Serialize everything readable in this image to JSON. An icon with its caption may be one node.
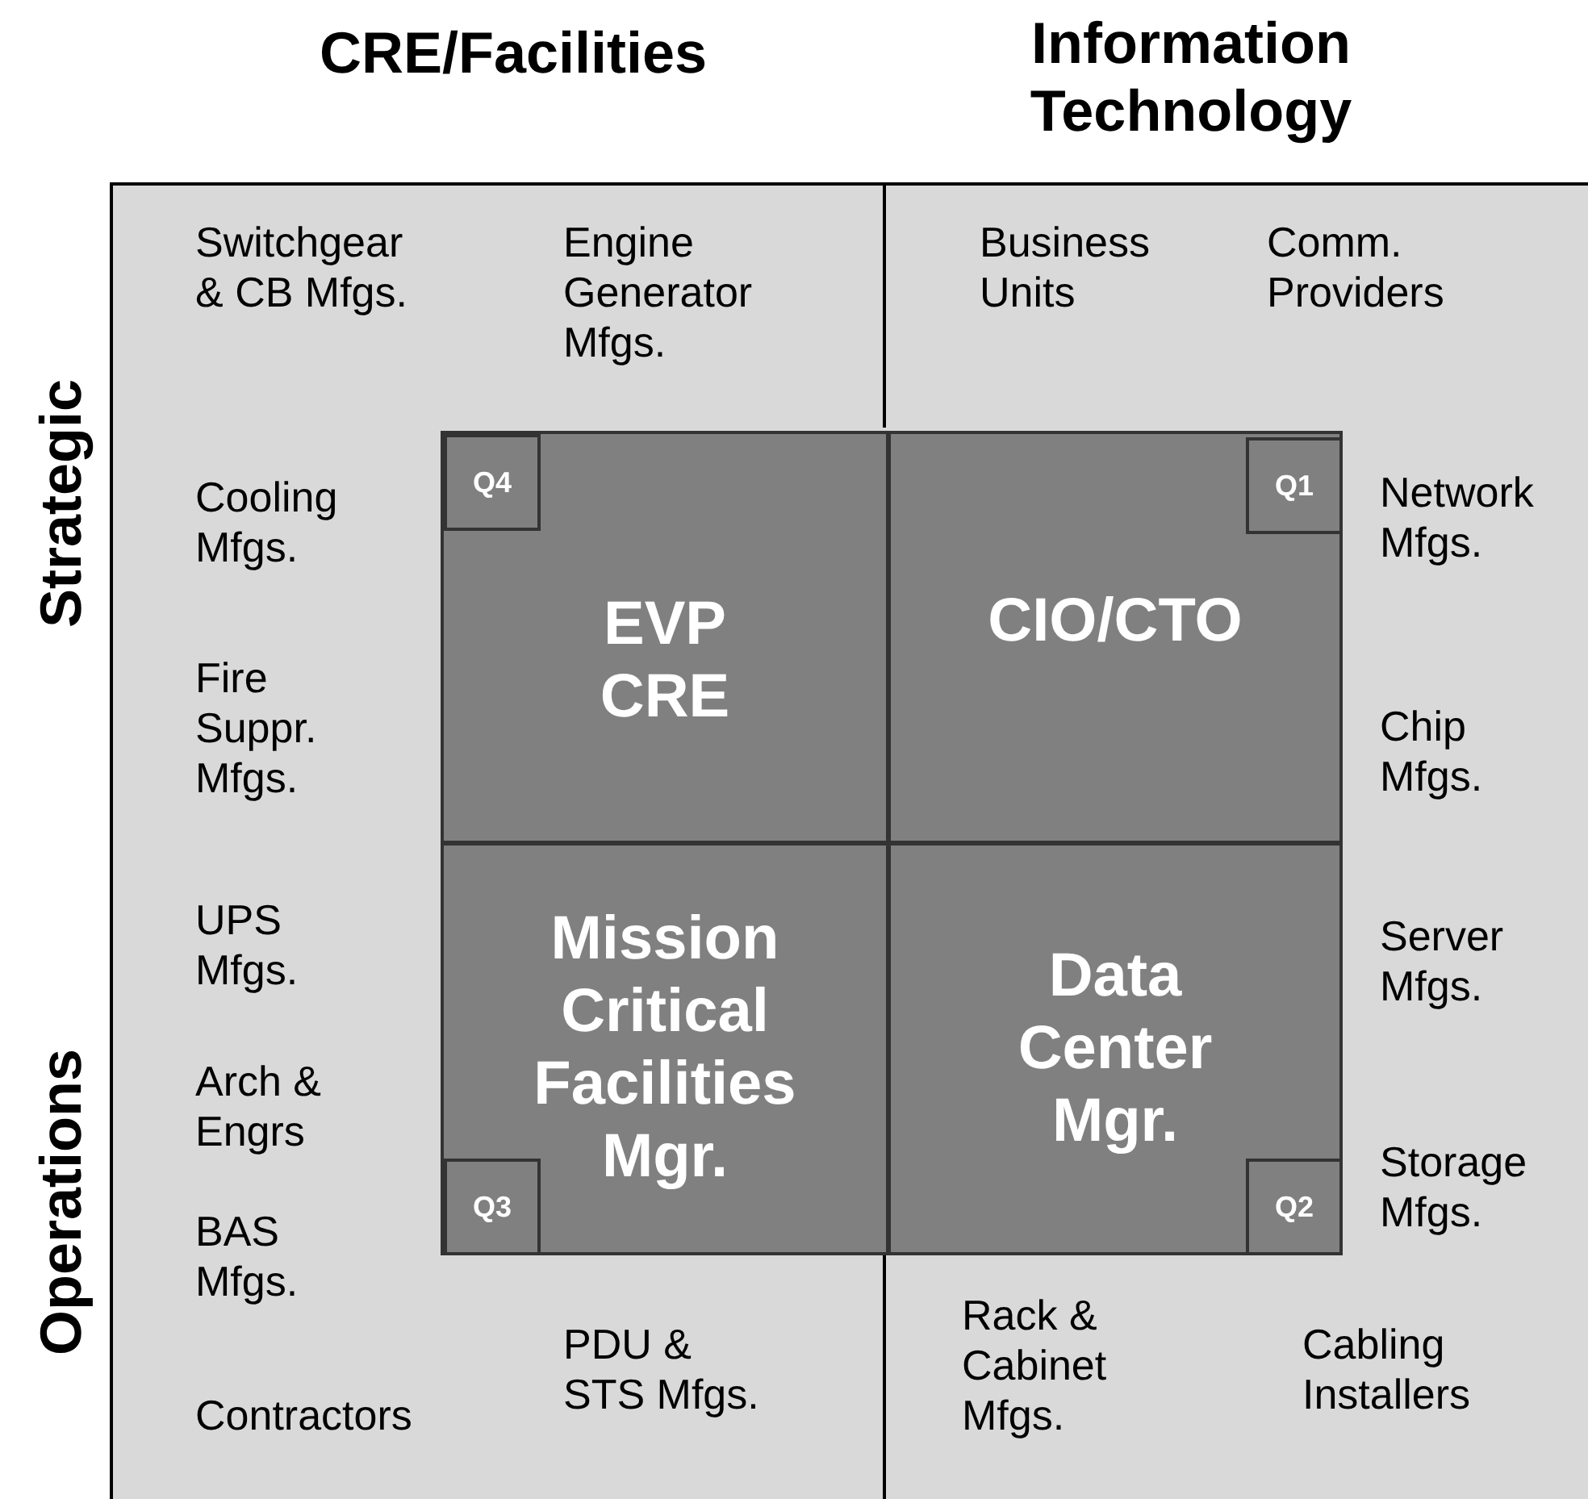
{
  "diagram": {
    "nodes": [
      {
        "text": [],
        "shape": "box"
      },
      {
        "text": [
          "EVP CRE"
        ],
        "in": 0
      },
      {
        "text": [
          "Q4"
        ],
        "in": 1
      },
      {
        "text": [
          "CIO/CTO"
        ],
        "in": 0
      },
      {
        "text": [
          "Q1"
        ],
        "in": 3
      },
      {
        "text": [
          "Mission Critical Facilities Mgr."
        ],
        "in": 0
      },
      {
        "text": [
          "Q3"
        ],
        "in": 5
      },
      {
        "text": [
          "Data Center Mgr."
        ],
        "in": 0
      },
      {
        "text": [
          "Q2"
        ],
        "in": 7
      }
    ],
    "edges": [],
    "labels": [
      "CRE/Facilities",
      "Information Technology",
      "Switchgear & CB Mfgs.",
      "Engine Generator Mfgs.",
      "Business Units",
      "Comm. Providers",
      "Strategic",
      "Cooling Mfgs.",
      "Network Mfgs.",
      "Fire Suppr. Mfgs.",
      "Chip Mfgs.",
      "UPS Mfgs.",
      "Server Mfgs.",
      "Operations",
      "Arch & Engrs",
      "Storage Mfgs.",
      "BAS Mfgs.",
      "Contractors",
      "PDU & STS Mfgs.",
      "Rack & Cabinet Mfgs.",
      "Cabling Installers"
    ]
  }
}
